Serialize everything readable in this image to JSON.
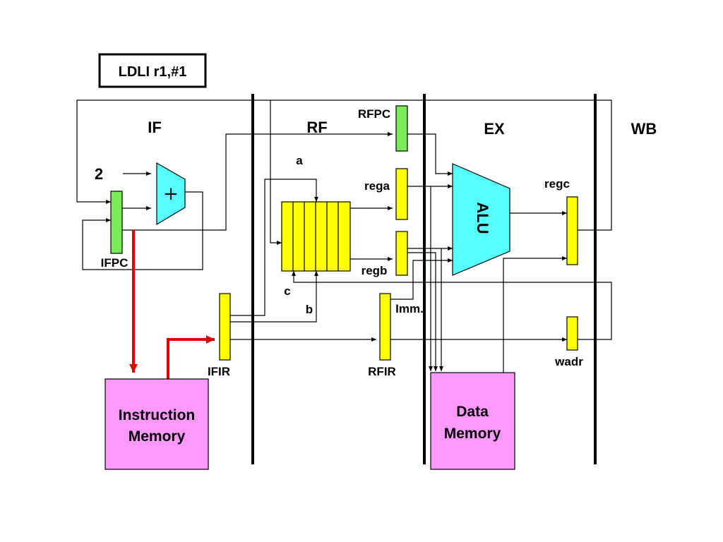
{
  "title": "LDLI r1,#1",
  "stages": {
    "if": "IF",
    "rf": "RF",
    "ex": "EX",
    "wb": "WB"
  },
  "registers": {
    "ifpc": "IFPC",
    "rfpc": "RFPC",
    "rega": "rega",
    "regb": "regb",
    "regc": "regc",
    "ifir": "IFIR",
    "rfir": "RFIR",
    "wadr": "wadr",
    "imm": "Imm."
  },
  "adder": {
    "constant": "2",
    "symbol": "+"
  },
  "register_file": {
    "port_a": "a",
    "port_b": "b",
    "port_c": "c"
  },
  "alu": "ALU",
  "instruction_memory": {
    "line1": "Instruction",
    "line2": "Memory"
  },
  "data_memory": {
    "line1": "Data",
    "line2": "Memory"
  },
  "colors": {
    "pipeline_register": "#ffff00",
    "pc_register": "#77ee55",
    "memory": "#ff99ff",
    "alu_adder": "#55ffff",
    "active_path": "#e00000"
  }
}
